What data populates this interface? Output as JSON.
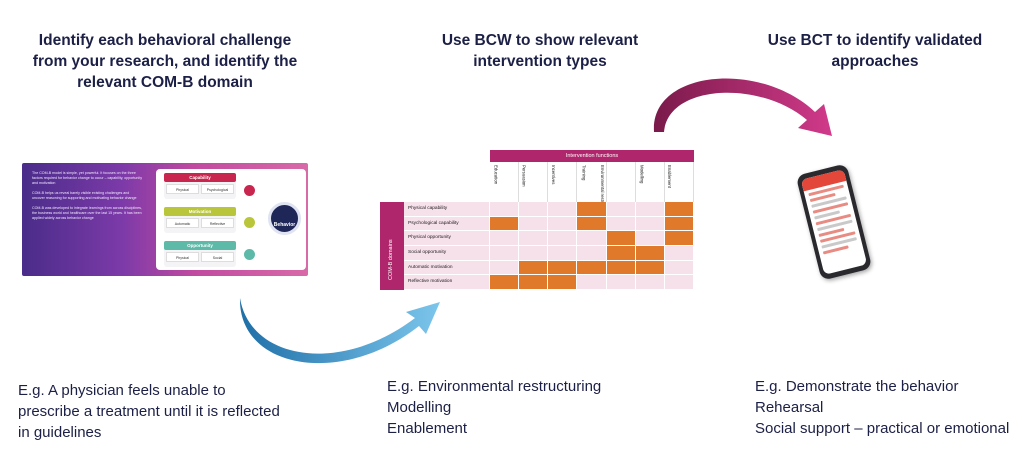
{
  "headings": {
    "step1": "Identify each behavioral challenge from your research, and identify the relevant COM-B domain",
    "step2": "Use BCW to show relevant intervention types",
    "step3": "Use BCT to identify validated approaches"
  },
  "examples": {
    "step1": [
      "E.g. A physician feels unable to prescribe a treatment until it is reflected in guidelines"
    ],
    "step2": [
      "E.g. Environmental restructuring",
      "Modelling",
      "Enablement"
    ],
    "step3": [
      "E.g. Demonstrate the behavior",
      "Rehearsal",
      "Social support – practical or emotional"
    ]
  },
  "comb_slide": {
    "paragraphs": [
      "The COM-B model is simple, yet powerful. It focuses on the three factors required for behavior change to occur – capability, opportunity and motivation",
      "COM-B helps us reveal barely visible existing challenges and uncover reasoning for supporting and motivating behavior change",
      "COM-B was developed to integrate learnings from across disciplines, the business world and healthcare over the last 15 years. It has been applied widely across behavior change"
    ],
    "capability": {
      "title": "Capability",
      "subs": [
        "Physical",
        "Psychological"
      ],
      "color": "#c8264e"
    },
    "motivation": {
      "title": "Motivation",
      "subs": [
        "Automatic",
        "Reflective"
      ],
      "color": "#b9c53a"
    },
    "opportunity": {
      "title": "Opportunity",
      "subs": [
        "Physical",
        "Social"
      ],
      "color": "#5db9a8"
    },
    "center": "Behavior"
  },
  "bcw_table": {
    "header": "Intervention functions",
    "side_label": "COM-B domains",
    "columns": [
      "Education",
      "Persuasion",
      "Incentives",
      "Training",
      "Environmental restructuring",
      "Modelling",
      "Enablement"
    ],
    "rows": [
      {
        "label": "Physical capability",
        "cells": [
          0,
          0,
          0,
          1,
          0,
          0,
          1
        ]
      },
      {
        "label": "Psychological capability",
        "cells": [
          1,
          0,
          0,
          1,
          0,
          0,
          1
        ]
      },
      {
        "label": "Physical opportunity",
        "cells": [
          0,
          0,
          0,
          0,
          1,
          0,
          1
        ]
      },
      {
        "label": "Social opportunity",
        "cells": [
          0,
          0,
          0,
          0,
          1,
          1,
          0
        ]
      },
      {
        "label": "Automatic motivation",
        "cells": [
          0,
          1,
          1,
          1,
          1,
          1,
          0
        ]
      },
      {
        "label": "Reflective motivation",
        "cells": [
          1,
          1,
          1,
          0,
          0,
          0,
          0
        ]
      }
    ],
    "accent_color": "#b0266c",
    "on_color": "#e07a2a",
    "off_color": "#f6e0ea"
  },
  "colors": {
    "arrow1": "#4aa3d8",
    "arrow2": "#b0266c",
    "text": "#1c2046"
  }
}
